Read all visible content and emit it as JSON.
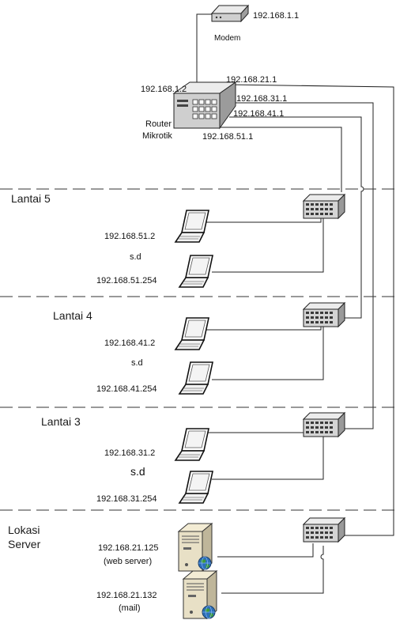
{
  "modem": {
    "label": "Modem",
    "ip": "192.168.1.1"
  },
  "router": {
    "label_line1": "Router",
    "label_line2": "Mikrotik",
    "wan_ip": "192.168.1.2",
    "ports": [
      "192.168.21.1",
      "192.168.31.1",
      "192.168.41.1",
      "192.168.51.1"
    ]
  },
  "floors": [
    {
      "name": "Lantai 5",
      "range_start": "192.168.51.2",
      "range_sep": "s.d",
      "range_end": "192.168.51.254"
    },
    {
      "name": "Lantai 4",
      "range_start": "192.168.41.2",
      "range_sep": "s.d",
      "range_end": "192.168.41.254"
    },
    {
      "name": "Lantai 3",
      "range_start": "192.168.31.2",
      "range_sep": "s.d",
      "range_end": "192.168.31.254"
    }
  ],
  "server_area": {
    "name_line1": "Lokasi",
    "name_line2": "Server",
    "servers": [
      {
        "ip": "192.168.21.125",
        "role": "(web server)"
      },
      {
        "ip": "192.168.21.132",
        "role": "(mail)"
      }
    ]
  }
}
